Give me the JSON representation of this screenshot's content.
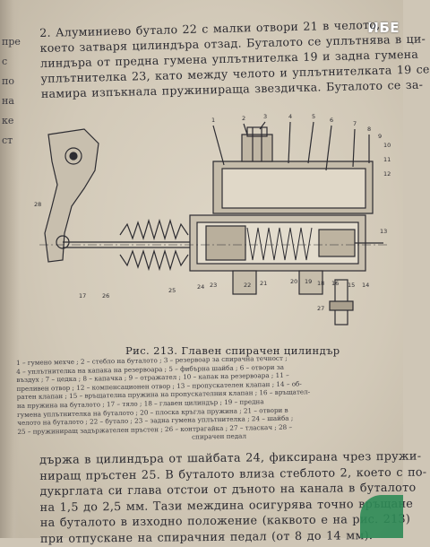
{
  "watermark": "ИБЕ",
  "margin_col": [
    "пре",
    "с",
    "по",
    "на",
    "ке",
    "ст"
  ],
  "top_paragraph": [
    "2. Алуминиево бутало 22 с малки отвори 21 в челото,",
    "което затваря цилиндъра отзад. Буталото се уплътнява в ци-",
    "линдъра от предна гумена уплътнителка 19 и задна гумена",
    "уплътнителка 23, като между челото и уплътнителката 19 се",
    "намира изпъкнала пружинираща звездичка. Буталото се за-"
  ],
  "figure_numbers": [
    "1",
    "2",
    "3",
    "4",
    "5",
    "6",
    "7",
    "8",
    "9",
    "10",
    "11",
    "12",
    "13",
    "14",
    "15",
    "16",
    "17",
    "18",
    "19",
    "20",
    "21",
    "22",
    "23",
    "24",
    "25",
    "26",
    "27",
    "28"
  ],
  "caption": "Рис. 213. Главен спирачен цилиндър",
  "legend": [
    "1 – гумено меxче ; 2 – стебло на буталото ; 3 – резервоар за спирачна течност ;",
    "4 – уплътнителка на капака на резервоара ; 5 – фибърна шайба ; 6 – отвори за",
    "въздух ; 7 – цедка ; 8 – капачка ; 9 – отражател ; 10 – капак на резервоара ; 11 –",
    "преливен отвор ; 12 – компенсационен отвор ; 13 – пропускателен клапан ; 14 – об-",
    "ратен клапан ; 15 – връщателна пружина на пропускателния клапан ; 16 – връщател-",
    "на пружина на буталото ; 17 – тяло ; 18 – главен цилиндър ; 19 – предна",
    "гумена уплътнителка на буталото ; 20 – плоска кръгла пружина ; 21 – отвори в",
    "челото на буталото ; 22 – бутало ; 23 – задна гумена уплътнителка ; 24 – шайба ;",
    "25 – пружиниращ задържателен пръстен ; 26 – контрагайка ; 27 – тласкач ; 28 –",
    "спирачен педал"
  ],
  "bottom_paragraph": [
    "държа в цилиндъра от шайбата 24, фиксирана чрез пружи-",
    "ниращ пръстен 25. В буталото влиза стеблото 2, което с по-",
    "дукрглата си глава отстои от дъното на канала в буталото",
    "на 1,5 до 2,5 мм. Тази междина осигурява точно връщане",
    "на буталото в изходно положение (каквото е на рис. 213)",
    "при отпускане на спирачния педал (от 8 до 14 мм)."
  ]
}
